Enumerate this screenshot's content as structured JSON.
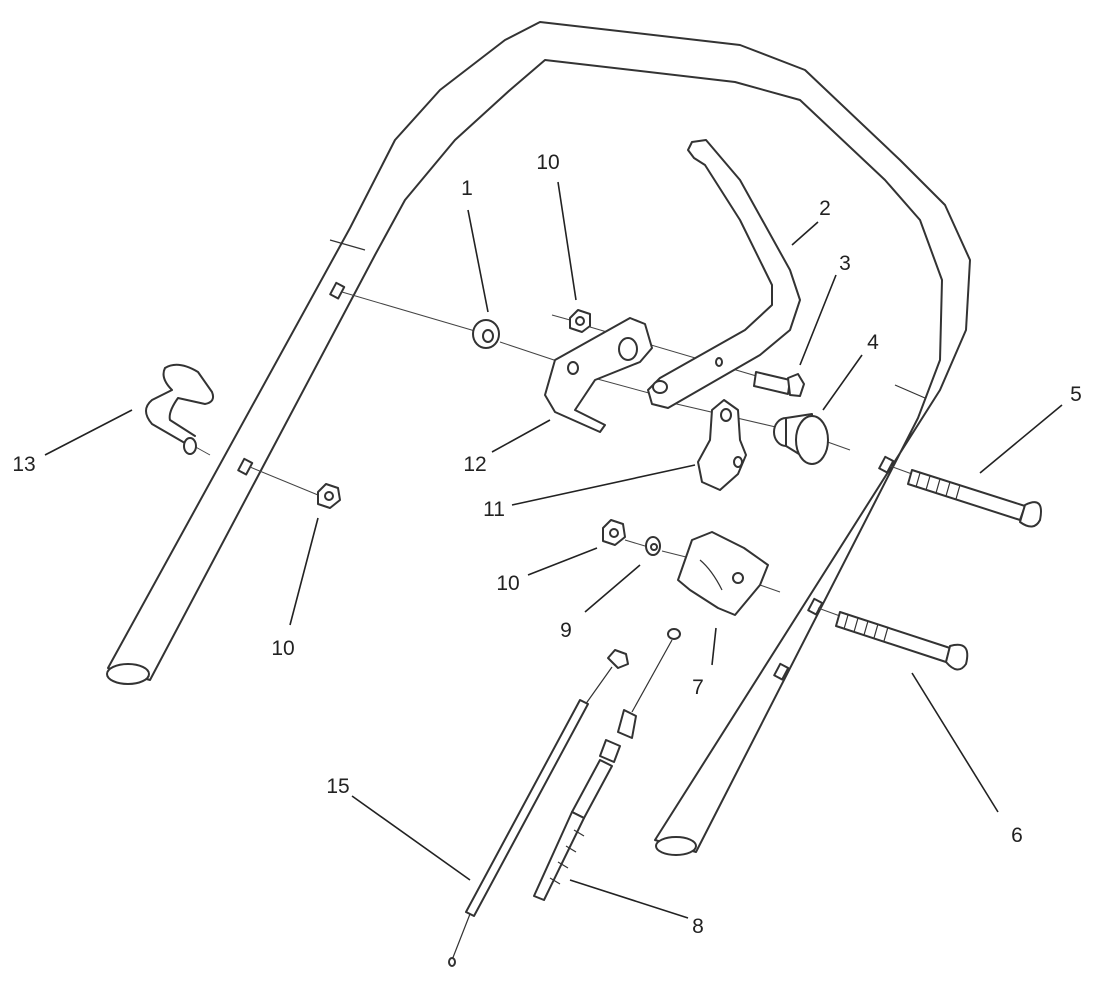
{
  "callouts": [
    {
      "id": "c1",
      "text": "1"
    },
    {
      "id": "c2",
      "text": "2"
    },
    {
      "id": "c3",
      "text": "3"
    },
    {
      "id": "c4",
      "text": "4"
    },
    {
      "id": "c5",
      "text": "5"
    },
    {
      "id": "c6",
      "text": "6"
    },
    {
      "id": "c7",
      "text": "7"
    },
    {
      "id": "c8",
      "text": "8"
    },
    {
      "id": "c9",
      "text": "9"
    },
    {
      "id": "c10a",
      "text": "10"
    },
    {
      "id": "c10b",
      "text": "10"
    },
    {
      "id": "c10c",
      "text": "10"
    },
    {
      "id": "c11",
      "text": "11"
    },
    {
      "id": "c12",
      "text": "12"
    },
    {
      "id": "c13",
      "text": "13"
    },
    {
      "id": "c15",
      "text": "15"
    }
  ]
}
